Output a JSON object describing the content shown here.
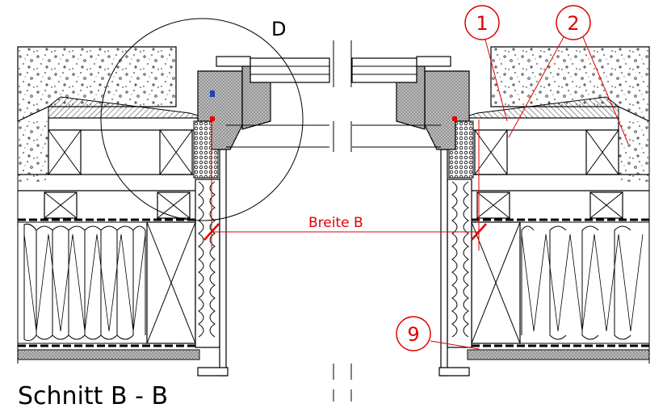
{
  "detail_label": "D",
  "dimension_label": "Breite B",
  "section_title": "Schnitt B - B",
  "callouts": [
    "1",
    "2",
    "9"
  ],
  "colors": {
    "line": "#000000",
    "annotation": "#e00000",
    "seal_blue": "#2040c0",
    "concrete_fill": "#ffffff",
    "hatch": "#555555"
  }
}
